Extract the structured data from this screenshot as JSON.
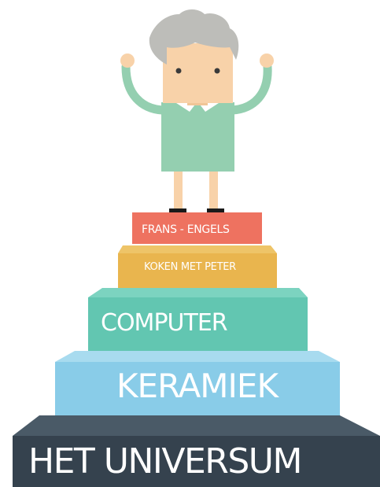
{
  "steps": [
    {
      "label": "FRANS - ENGELS",
      "color": "#EE7260"
    },
    {
      "label": "KOKEN MET PETER",
      "color": "#E9B54E"
    },
    {
      "label": "COMPUTER",
      "color": "#62C6B1"
    },
    {
      "label": "KERAMIEK",
      "color": "#89CCE8"
    },
    {
      "label": "HET UNIVERSUM",
      "color": "#35424E"
    }
  ],
  "colors": {
    "hair": "#BDBDB9",
    "skin": "#F8D2A9",
    "shirt": "#94CFB0",
    "eyes": "#3A3A3A",
    "shoes": "#1A1A1A"
  }
}
